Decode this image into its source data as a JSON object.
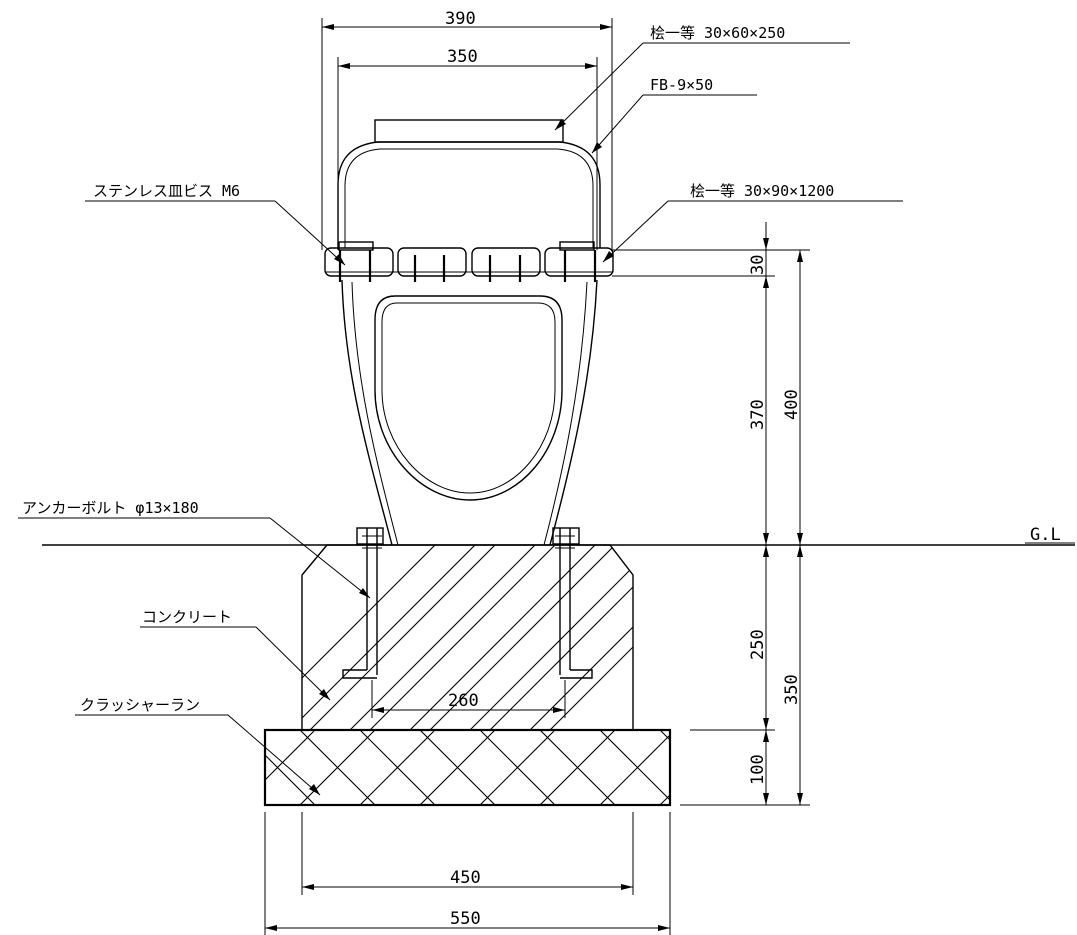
{
  "drawing": {
    "ground_level": "G.L",
    "labels": {
      "top_cap": "桧一等 30×60×250",
      "flat_bar": "FB-9×50",
      "screws": "ステンレス皿ビス M6",
      "seat_board": "桧一等 30×90×1200",
      "anchor_bolt": "アンカーボルト φ13×180",
      "concrete": "コンクリート",
      "crusher_run": "クラッシャーラン"
    },
    "dimensions": {
      "top_outer": "390",
      "top_inner": "350",
      "board_thickness": "30",
      "leg_height": "370",
      "total_height": "400",
      "concrete_depth": "250",
      "foundation_depth": "350",
      "gravel_depth": "100",
      "bolt_spacing": "260",
      "concrete_width": "450",
      "gravel_width": "550"
    }
  }
}
